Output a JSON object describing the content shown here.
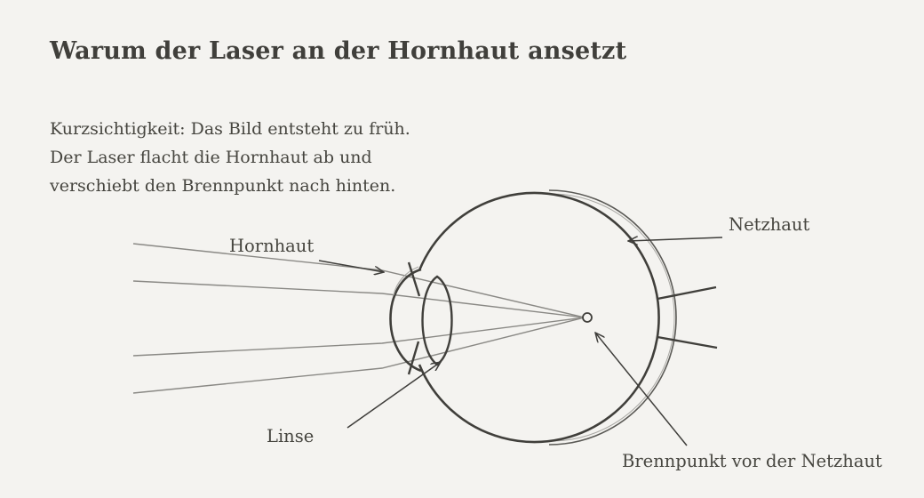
{
  "title": "Warum der Laser an der Hornhaut ansetzt",
  "intro": [
    "Kurzsichtigkeit: Das Bild entsteht zu früh.",
    "Der Laser flacht die Hornhaut ab und",
    "verschiebt den Brennpunkt nach hinten."
  ],
  "labels": {
    "cornea": "Hornhaut",
    "lens": "Linse",
    "retina": "Netzhaut",
    "focal_point": "Brennpunkt vor der Netzhaut"
  },
  "colors": {
    "background": "#f4f3f0",
    "ink": "#403f3b",
    "ray": "#8a8985"
  }
}
